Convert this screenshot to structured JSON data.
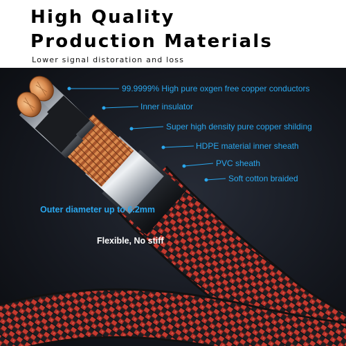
{
  "header": {
    "title_line1": "High Quality",
    "title_line2": "Production Materials",
    "subtitle": "Lower signal distoration and loss"
  },
  "callouts": {
    "copper": "99.9999% High pure oxgen free copper conductors",
    "inner_insulator": "Inner insulator",
    "shielding": "Super high density pure copper shilding",
    "hdpe": "HDPE material inner sheath",
    "pvc": "PVC sheath",
    "cotton": "Soft cotton braided",
    "diameter": "Outer diameter up to 6.2mm",
    "flexible": "Flexible, No stiff"
  },
  "colors": {
    "label_blue": "#2aa7ee",
    "background_dark": "#13161d",
    "braid_red": "#b8322a",
    "copper": "#d98a4e"
  }
}
